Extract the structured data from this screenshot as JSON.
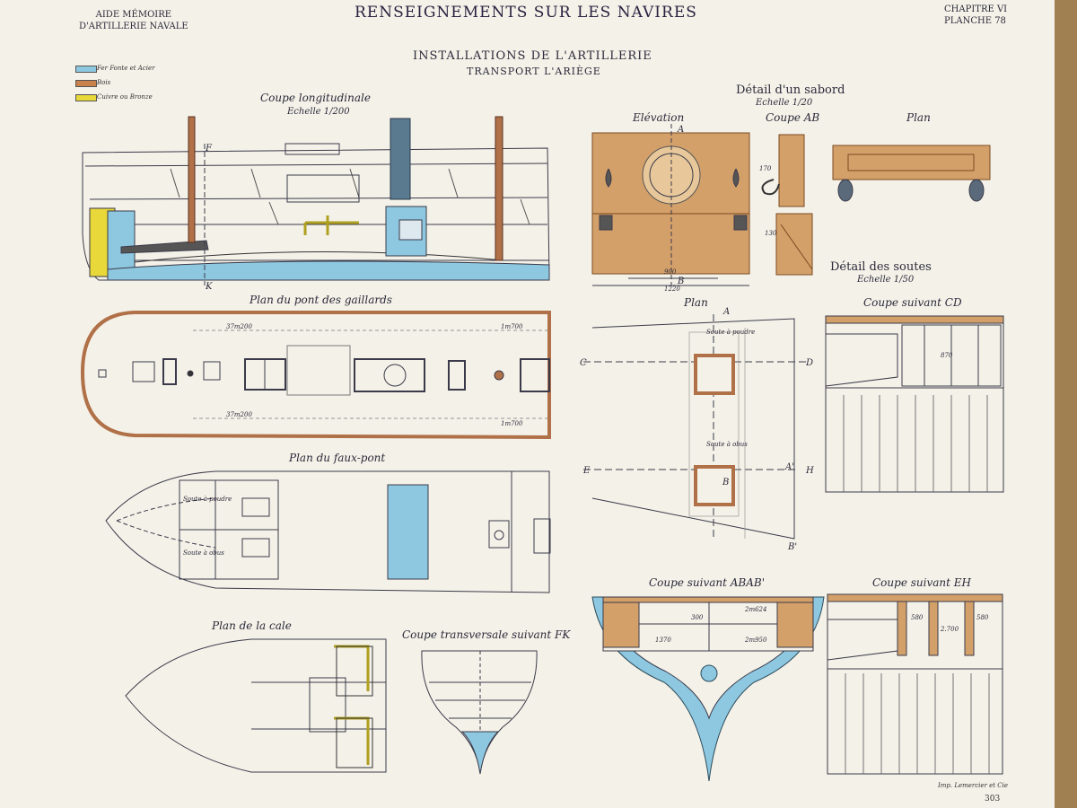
{
  "header": {
    "left_line1": "AIDE MÉMOIRE",
    "left_line2": "D'ARTILLERIE NAVALE",
    "title": "RENSEIGNEMENTS SUR LES NAVIRES",
    "right_line1": "CHAPITRE VI",
    "right_line2": "PLANCHE 78"
  },
  "subtitle": {
    "line1": "INSTALLATIONS DE L'ARTILLERIE",
    "line2": "TRANSPORT L'ARIÈGE"
  },
  "legend": [
    {
      "label": "Fer Fonte et Acier",
      "color": "#8ec8e0"
    },
    {
      "label": "Bois",
      "color": "#c8824a"
    },
    {
      "label": "Cuivre ou Bronze",
      "color": "#e8d83a"
    }
  ],
  "views": {
    "coupe_long": "Coupe longitudinale",
    "coupe_long_scale": "Echelle 1/200",
    "detail_sabord": "Détail d'un sabord",
    "detail_sabord_scale": "Echelle 1/20",
    "elevation": "Elévation",
    "coupe_ab": "Coupe AB",
    "plan_sabord": "Plan",
    "gaillards": "Plan du pont des gaillards",
    "faux_pont": "Plan du faux-pont",
    "cale": "Plan de la cale",
    "coupe_fk": "Coupe transversale suivant FK",
    "plan_soutes": "Plan",
    "detail_soutes": "Détail des soutes",
    "detail_soutes_scale": "Echelle 1/50",
    "coupe_cd": "Coupe suivant CD",
    "coupe_abab": "Coupe suivant ABAB'",
    "coupe_eh": "Coupe suivant EH"
  },
  "labels": {
    "F": "F",
    "K": "K",
    "A": "A",
    "B": "B",
    "C": "C",
    "D": "D",
    "E": "E",
    "H": "H",
    "A2": "A'",
    "B2": "B'",
    "soute_poudre": "Soute à poudre",
    "soute_obus": "Soute à obus",
    "soute_poudre_fp": "Soute à poudre",
    "soute_obus_fp": "Soute à obus"
  },
  "dims": {
    "d1": "37m200",
    "d2": "37m200",
    "d3": "1m700",
    "d4": "1m700",
    "d5": "900",
    "d6": "1220",
    "d7": "170",
    "d8": "130",
    "d9": "870",
    "d10": "1370",
    "d11": "2m950",
    "d12": "2m624",
    "d13": "300",
    "d14": "580",
    "d15": "580",
    "d16": "2.700"
  },
  "footer": {
    "imprint": "Imp. Lemercier et Cie",
    "page": "303"
  }
}
